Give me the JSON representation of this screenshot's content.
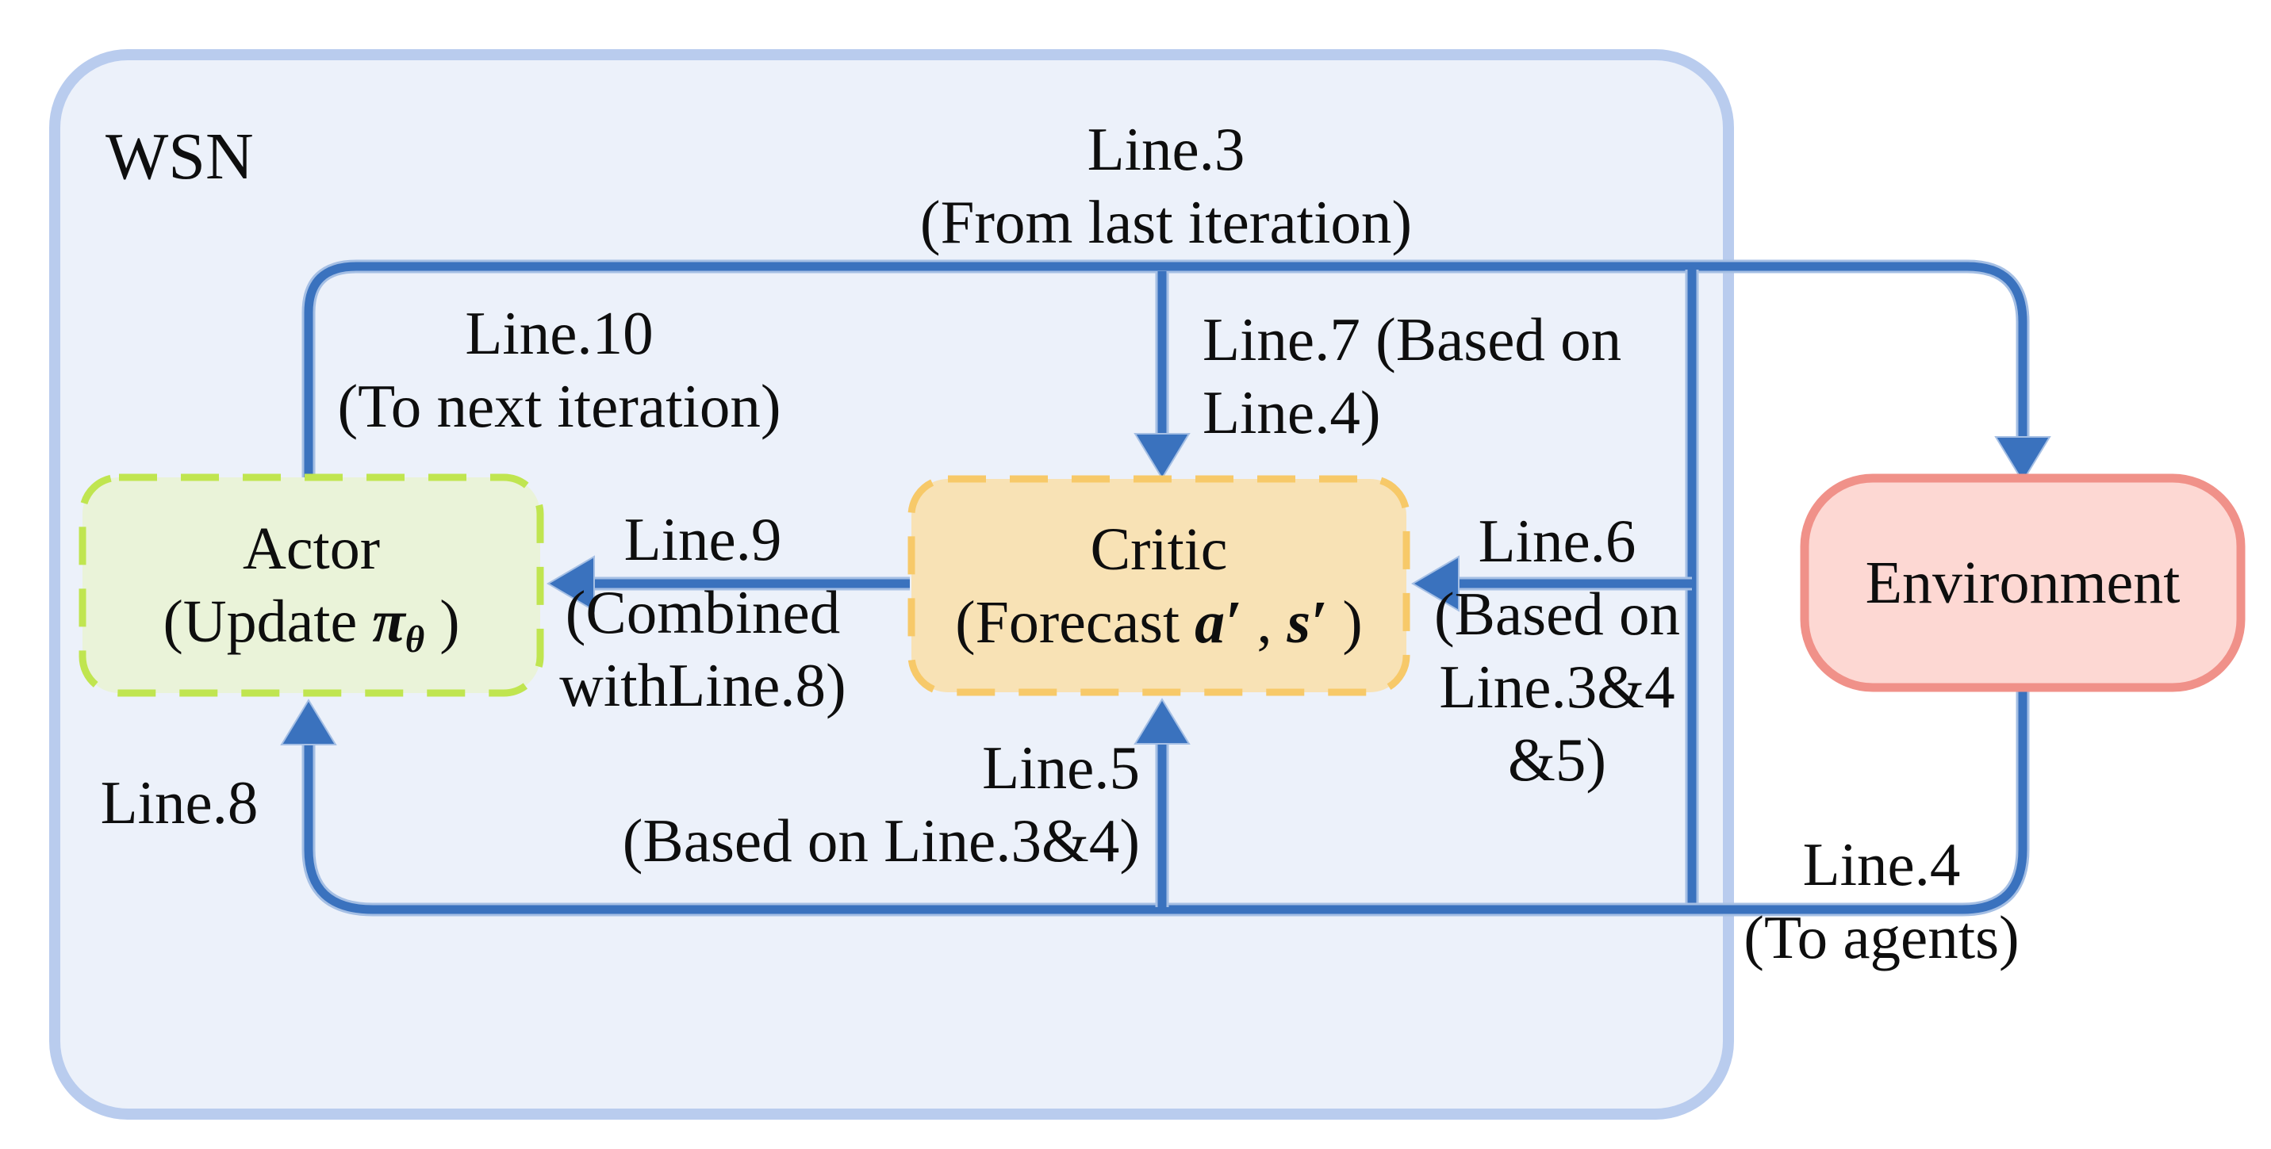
{
  "diagram": {
    "container": {
      "label": "WSN"
    },
    "boxes": {
      "actor": {
        "title": "Actor",
        "sub_pre": "(Update ",
        "sub_pi": "π",
        "sub_theta": "θ",
        "sub_close": " )",
        "fill": "#EAF3D9",
        "border": "#C0E550"
      },
      "critic": {
        "title": "Critic",
        "sub_pre": "(Forecast ",
        "sub_a": "a",
        "prime1": "′",
        "comma": " , ",
        "sub_s": "s",
        "prime2": "′",
        "sub_close": " )",
        "fill": "#F8E2B5",
        "border": "#F7C969"
      },
      "environment": {
        "title": "Environment",
        "fill": "#FDD8D3",
        "border": "#F09189"
      }
    },
    "labels": {
      "line3": {
        "l1": "Line.3",
        "l2": "(From last iteration)"
      },
      "line7": {
        "l1": "Line.7 (Based on",
        "l2": "Line.4)"
      },
      "line10": {
        "l1": "Line.10",
        "l2": "(To next iteration)"
      },
      "line9": {
        "l1": "Line.9",
        "l2": "(Combined",
        "l3": "withLine.8)"
      },
      "line6": {
        "l1": "Line.6",
        "l2": "(Based on",
        "l3": "Line.3&4",
        "l4": "&5)"
      },
      "line5": {
        "l1": "Line.5",
        "l2": "(Based on Line.3&4)"
      },
      "line8": {
        "l1": "Line.8"
      },
      "line4": {
        "l1": "Line.4",
        "l2": "(To agents)"
      }
    },
    "colors": {
      "flow_line": "#3A72BE",
      "flow_halo": "#A5BFE4",
      "wsn_fill": "#ECF1FA",
      "wsn_border": "#B9CCEE",
      "actor_fill": "#EAF3D9",
      "actor_border": "#C0E550",
      "critic_fill": "#F8E2B5",
      "critic_border": "#F7C969",
      "environment_fill": "#FDD8D3",
      "environment_border": "#F09189",
      "text": "#0E0E0E"
    }
  }
}
